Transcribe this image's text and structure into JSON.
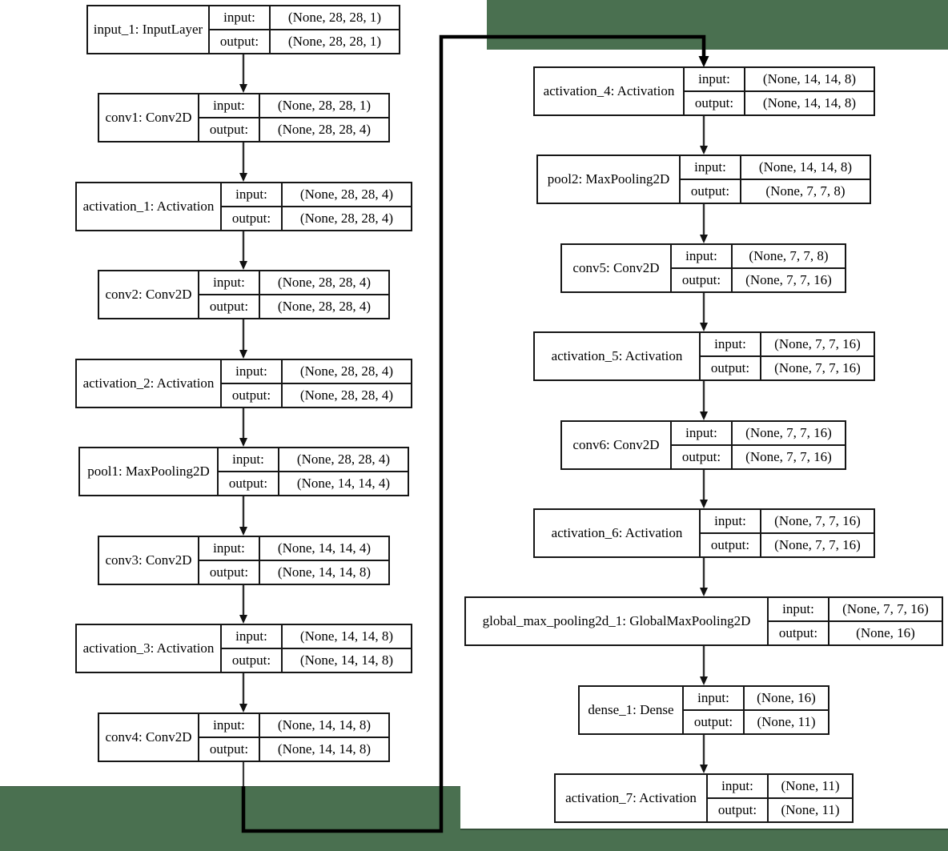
{
  "colors": {
    "background": "#4a7050",
    "panel": "#ffffff",
    "box_border": "#161616",
    "edge_line": "#2e2e2e",
    "skip_connector": "#000000"
  },
  "io_labels": {
    "input": "input:",
    "output": "output:"
  },
  "model": {
    "left": [
      {
        "label": "input_1: InputLayer",
        "input": "(None, 28, 28, 1)",
        "output": "(None, 28, 28, 1)"
      },
      {
        "label": "conv1: Conv2D",
        "input": "(None, 28, 28, 1)",
        "output": "(None, 28, 28, 4)"
      },
      {
        "label": "activation_1: Activation",
        "input": "(None, 28, 28, 4)",
        "output": "(None, 28, 28, 4)"
      },
      {
        "label": "conv2: Conv2D",
        "input": "(None, 28, 28, 4)",
        "output": "(None, 28, 28, 4)"
      },
      {
        "label": "activation_2: Activation",
        "input": "(None, 28, 28, 4)",
        "output": "(None, 28, 28, 4)"
      },
      {
        "label": "pool1: MaxPooling2D",
        "input": "(None, 28, 28, 4)",
        "output": "(None, 14, 14, 4)"
      },
      {
        "label": "conv3: Conv2D",
        "input": "(None, 14, 14, 4)",
        "output": "(None, 14, 14, 8)"
      },
      {
        "label": "activation_3: Activation",
        "input": "(None, 14, 14, 8)",
        "output": "(None, 14, 14, 8)"
      },
      {
        "label": "conv4: Conv2D",
        "input": "(None, 14, 14, 8)",
        "output": "(None, 14, 14, 8)"
      }
    ],
    "right": [
      {
        "label": "activation_4: Activation",
        "input": "(None, 14, 14, 8)",
        "output": "(None, 14, 14, 8)"
      },
      {
        "label": "pool2: MaxPooling2D",
        "input": "(None, 14, 14, 8)",
        "output": "(None, 7, 7, 8)"
      },
      {
        "label": "conv5: Conv2D",
        "input": "(None, 7, 7, 8)",
        "output": "(None, 7, 7, 16)"
      },
      {
        "label": "activation_5: Activation",
        "input": "(None, 7, 7, 16)",
        "output": "(None, 7, 7, 16)"
      },
      {
        "label": "conv6: Conv2D",
        "input": "(None, 7, 7, 16)",
        "output": "(None, 7, 7, 16)"
      },
      {
        "label": "activation_6: Activation",
        "input": "(None, 7, 7, 16)",
        "output": "(None, 7, 7, 16)"
      },
      {
        "label": "global_max_pooling2d_1: GlobalMaxPooling2D",
        "input": "(None, 7, 7, 16)",
        "output": "(None, 16)"
      },
      {
        "label": "dense_1: Dense",
        "input": "(None, 16)",
        "output": "(None, 11)"
      },
      {
        "label": "activation_7: Activation",
        "input": "(None, 11)",
        "output": "(None, 11)"
      }
    ]
  }
}
